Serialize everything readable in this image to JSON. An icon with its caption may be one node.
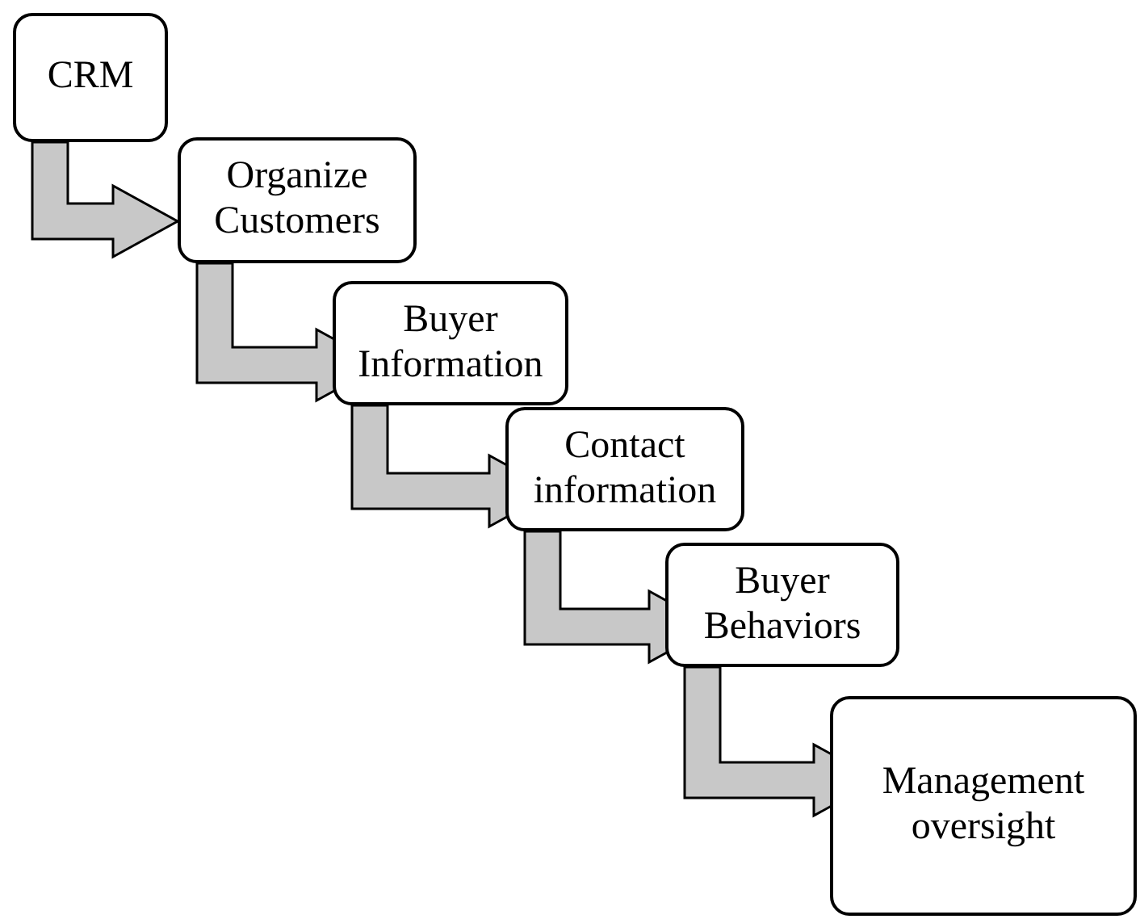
{
  "diagram": {
    "nodes": [
      {
        "text": [
          "CRM"
        ]
      },
      {
        "text": [
          "Organize Customers"
        ]
      },
      {
        "text": [
          "Buyer Information"
        ]
      },
      {
        "text": [
          "Contact information"
        ]
      },
      {
        "text": [
          "Buyer Behaviors"
        ]
      },
      {
        "text": [
          "Management oversight"
        ]
      }
    ],
    "edges": [
      {
        "from": 0,
        "to": 1,
        "arrow": "to"
      },
      {
        "from": 1,
        "to": 2,
        "arrow": "to"
      },
      {
        "from": 2,
        "to": 3,
        "arrow": "to"
      },
      {
        "from": 3,
        "to": 4,
        "arrow": "to"
      },
      {
        "from": 4,
        "to": 5,
        "arrow": "to"
      }
    ]
  }
}
